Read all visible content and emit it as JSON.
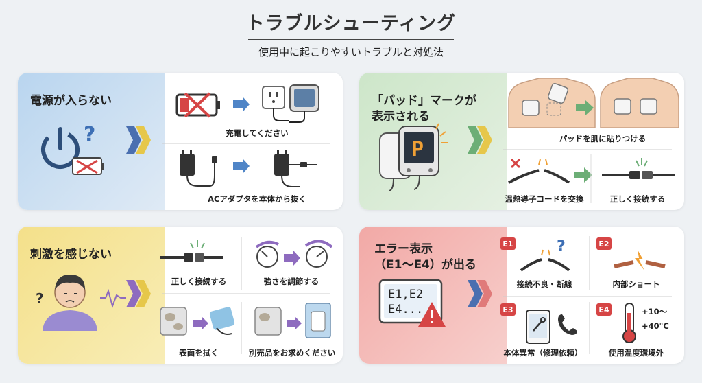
{
  "header": {
    "title": "トラブルシューティング",
    "subtitle": "使用中に起こりやすいトラブルと対処法"
  },
  "cards": [
    {
      "title": "電源が入らない",
      "actions": [
        "充電してください",
        "ACアダプタを本体から抜く"
      ]
    },
    {
      "title": "「パッド」マークが\n表示される",
      "display_char": "P",
      "actions": [
        "パッドを肌に貼りつける",
        "温熱導子コードを交換",
        "正しく接続する"
      ]
    },
    {
      "title": "刺激を感じない",
      "actions": [
        "正しく接続する",
        "強さを調節する",
        "表面を拭く",
        "別売品をお求めください"
      ]
    },
    {
      "title": "エラー表示\n（E1〜E4）が出る",
      "display_lines": [
        "E1,E2",
        "E4..."
      ],
      "errors": [
        {
          "code": "E1",
          "label": "接続不良・断線"
        },
        {
          "code": "E2",
          "label": "内部ショート"
        },
        {
          "code": "E3",
          "label": "本体異常（修理依頼）"
        },
        {
          "code": "E4",
          "label": "使用温度環境外"
        }
      ],
      "temp_text": [
        "+10〜",
        "+40°C"
      ]
    }
  ],
  "colors": {
    "arrow_blue": "#4f85c7",
    "arrow_green": "#6cae76",
    "arrow_purple": "#8e6bbf",
    "error_red": "#d64545"
  }
}
